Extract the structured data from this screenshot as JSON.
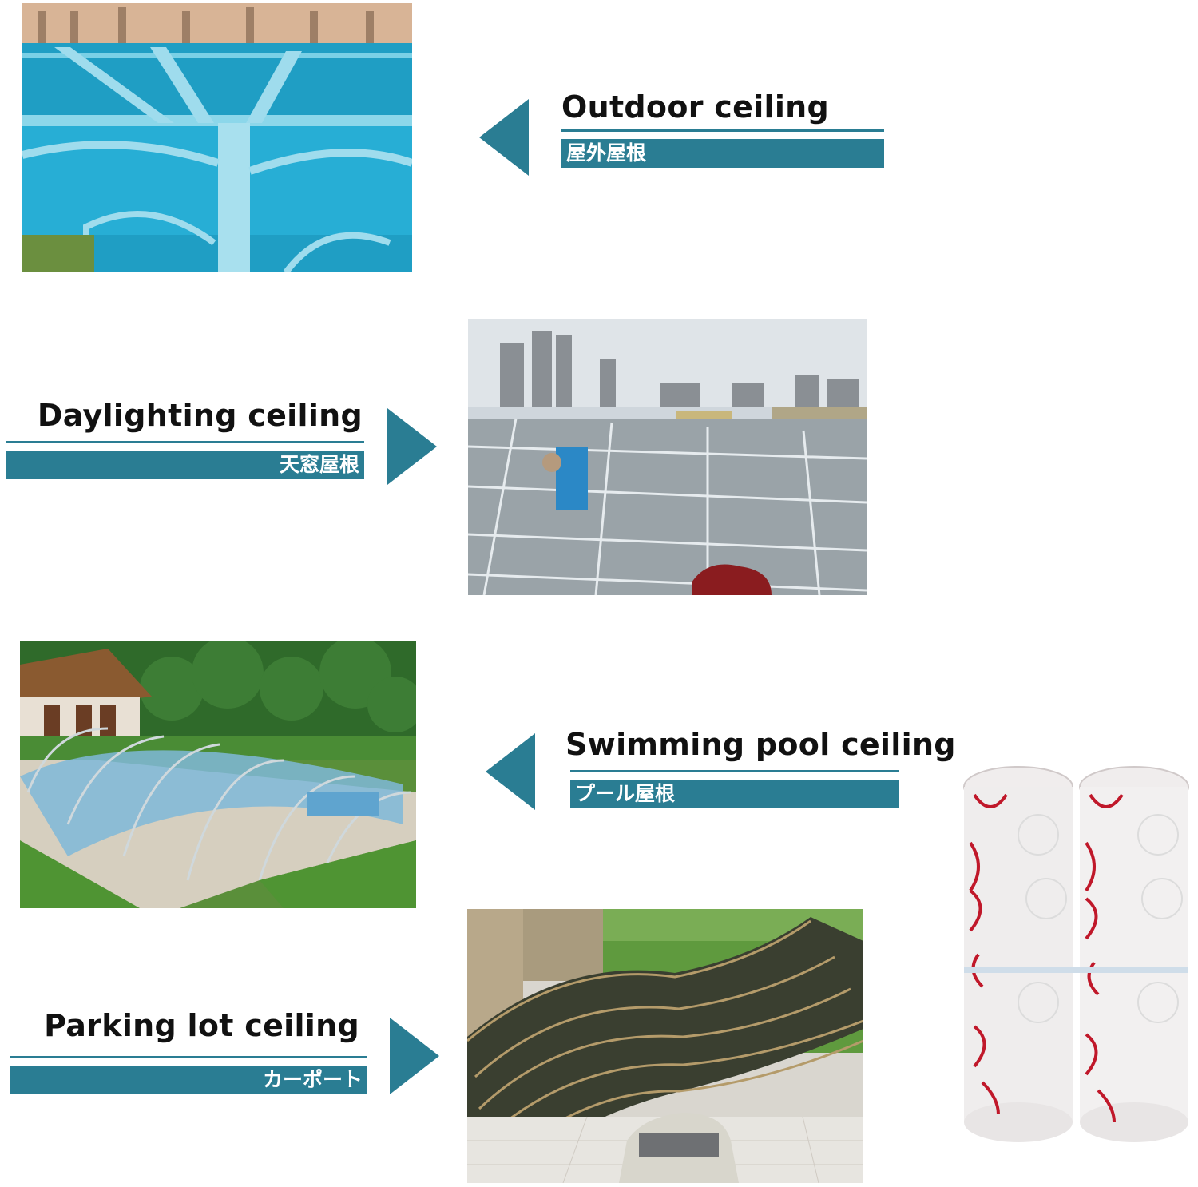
{
  "rows": [
    {
      "title": "Outdoor ceiling",
      "subtitle": "屋外屋根"
    },
    {
      "title": "Daylighting ceiling",
      "subtitle": "天窓屋根"
    },
    {
      "title": "Swimming pool ceiling",
      "subtitle": "プール屋根"
    },
    {
      "title": "Parking lot ceiling",
      "subtitle": "カーポート"
    }
  ],
  "colors": {
    "accent": "#2a7d93"
  }
}
